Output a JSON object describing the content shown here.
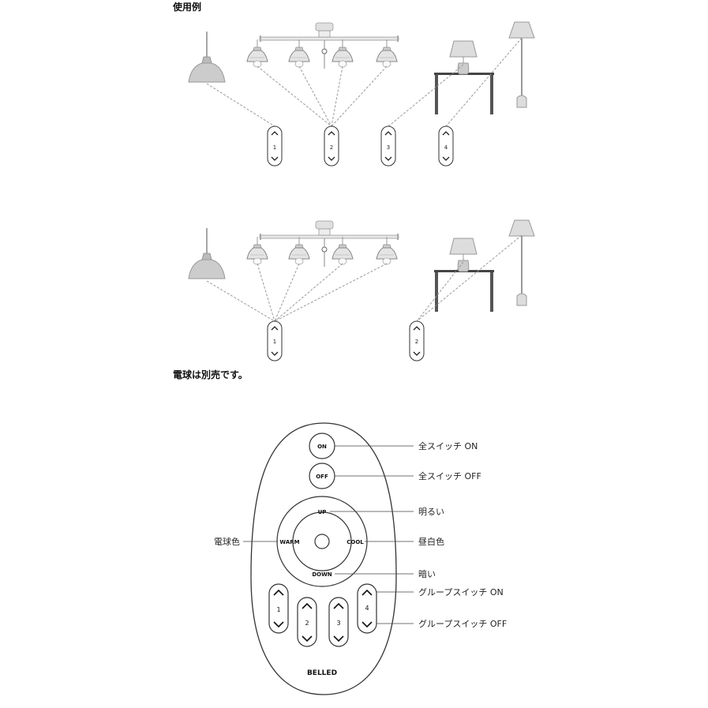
{
  "heading_usage": "使用例",
  "note_bulbs": "電球は別売です。",
  "example1": {
    "remotes": [
      {
        "label": "1"
      },
      {
        "label": "2"
      },
      {
        "label": "3"
      },
      {
        "label": "4"
      }
    ]
  },
  "example2": {
    "remotes": [
      {
        "label": "1"
      },
      {
        "label": "2"
      }
    ]
  },
  "remote": {
    "brand": "BELLED",
    "on_label": "ON",
    "off_label": "OFF",
    "up_label": "UP",
    "down_label": "DOWN",
    "warm_label": "WARM",
    "cool_label": "COOL",
    "group_labels": [
      "1",
      "2",
      "3",
      "4"
    ]
  },
  "callouts": {
    "all_on": "全スイッチ ON",
    "all_off": "全スイッチ OFF",
    "brighter": "明るい",
    "daylight": "昼白色",
    "darker": "暗い",
    "bulb_color": "電球色",
    "group_on": "グループスイッチ ON",
    "group_off": "グループスイッチ OFF"
  }
}
